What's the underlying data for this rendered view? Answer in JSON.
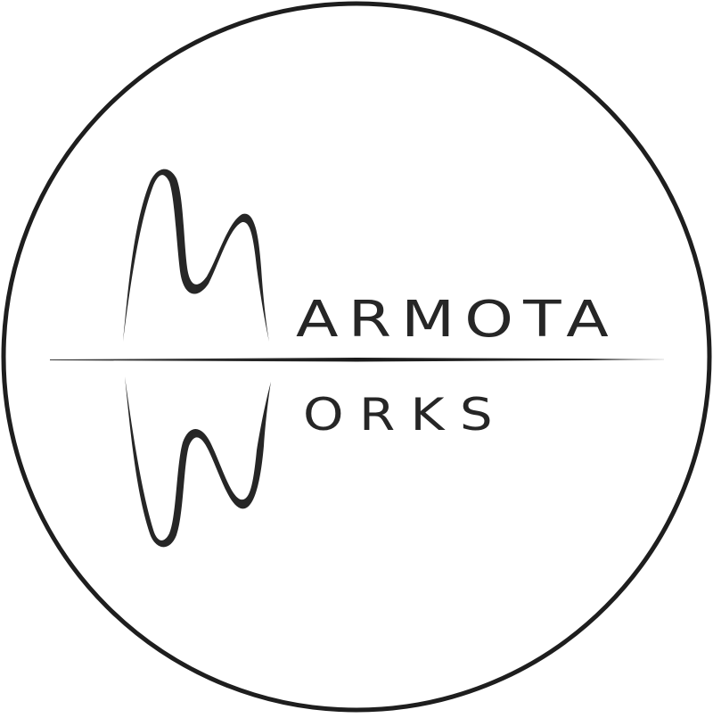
{
  "logo": {
    "line1_initial": "M",
    "line1_rest": "ARMOTA",
    "line2_initial": "W",
    "line2_rest": "ORKS",
    "full_name": "MARMOTA WORKS"
  },
  "colors": {
    "background": "#ffffff",
    "ink": "#262626",
    "ring": "#1e1e1e"
  }
}
